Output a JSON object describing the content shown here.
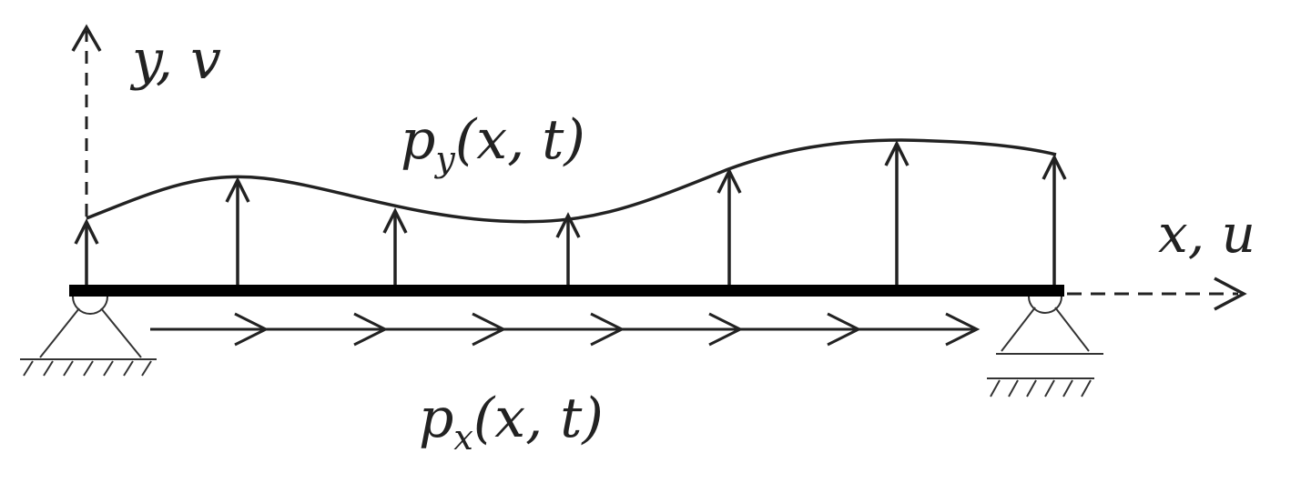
{
  "labels": {
    "y_axis": "y, v",
    "x_axis": "x, u",
    "py_base": "p",
    "py_sub": "y",
    "py_args": "(x, t)",
    "px_base": "p",
    "px_sub": "x",
    "px_args": "(x, t)"
  },
  "colors": {
    "ink": "#222222",
    "beam": "#000000",
    "background": "#ffffff"
  },
  "elements": {
    "vertical_load_arrows": 7,
    "horizontal_load_arrows": 7,
    "supports": [
      "pinned-support-left",
      "pinned-support-right"
    ]
  }
}
